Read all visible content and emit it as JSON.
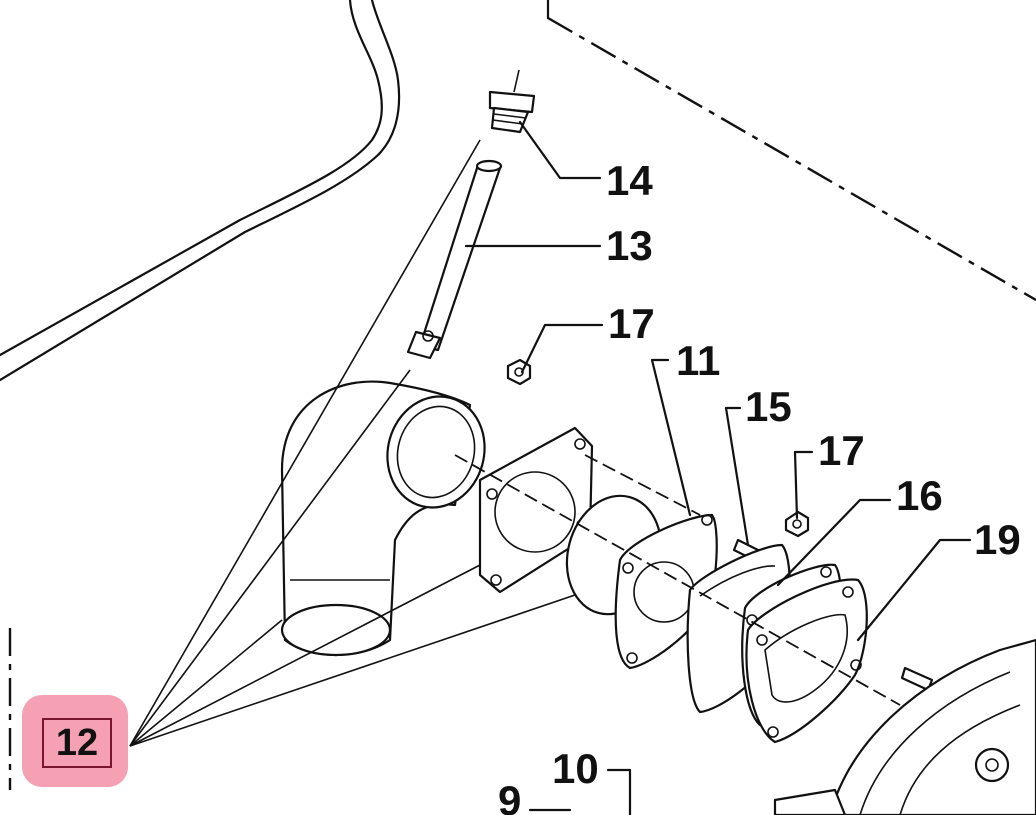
{
  "callouts": {
    "c14": "14",
    "c13": "13",
    "c17a": "17",
    "c11": "11",
    "c15": "15",
    "c17b": "17",
    "c16": "16",
    "c19": "19",
    "c10": "10",
    "c9": "9",
    "c12": "12"
  },
  "highlight_color": "#f48fa7"
}
